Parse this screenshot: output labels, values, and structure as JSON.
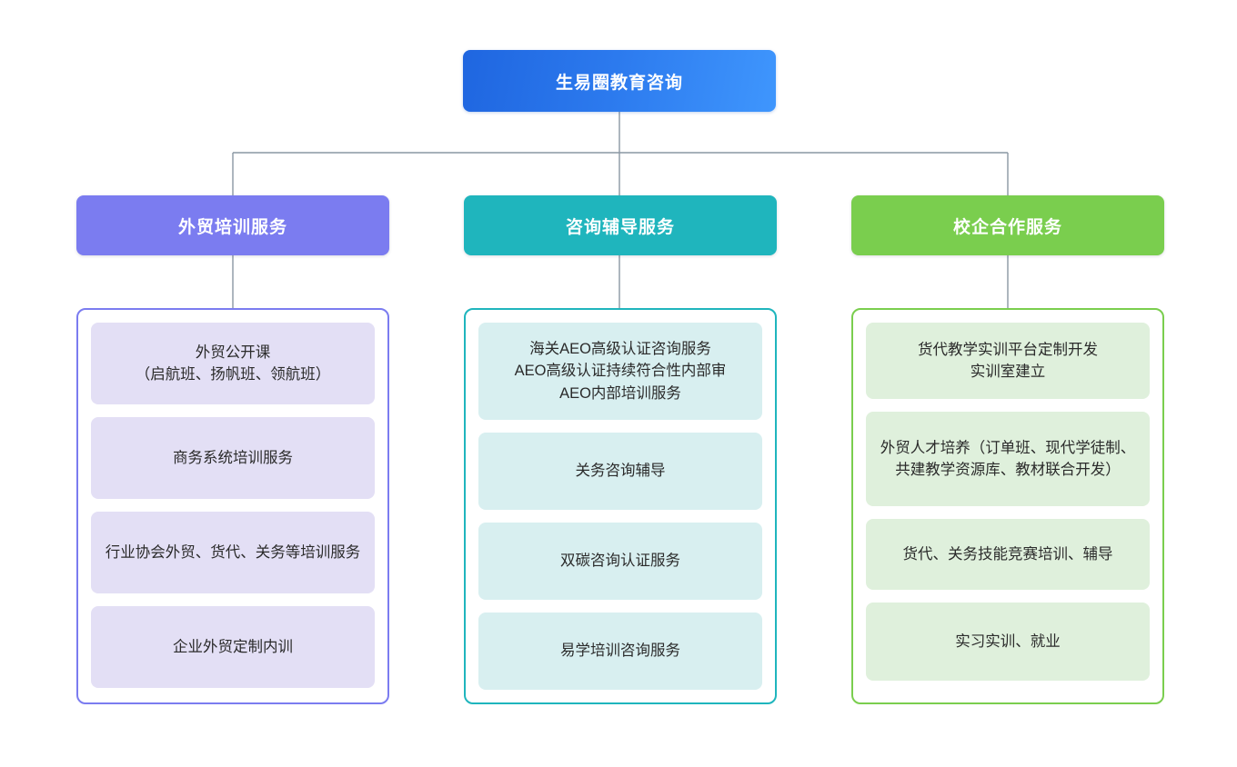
{
  "diagram": {
    "type": "organization-tree",
    "background_color": "#ffffff",
    "root": {
      "label": "生易圈教育咨询",
      "gradient_from": "#1f66e0",
      "gradient_to": "#3f96fd",
      "text_color": "#ffffff"
    },
    "connector_color": "#8a97a3",
    "branches": [
      {
        "id": "foreign-trade-training",
        "label": "外贸培训服务",
        "header_color": "#7b7cf0",
        "box_border_color": "#7b7cf0",
        "card_color": "#e3dff5",
        "items": [
          {
            "label": "外贸公开课\n（启航班、扬帆班、领航班）"
          },
          {
            "label": "商务系统培训服务"
          },
          {
            "label": "行业协会外贸、货代、关务等培训服务"
          },
          {
            "label": "企业外贸定制内训"
          }
        ]
      },
      {
        "id": "consulting-tutoring",
        "label": "咨询辅导服务",
        "header_color": "#1fb5bd",
        "box_border_color": "#1fb5bd",
        "card_color": "#d8eff0",
        "items": [
          {
            "label": "海关AEO高级认证咨询服务\nAEO高级认证持续符合性内部审\nAEO内部培训服务"
          },
          {
            "label": "关务咨询辅导"
          },
          {
            "label": "双碳咨询认证服务"
          },
          {
            "label": "易学培训咨询服务"
          }
        ]
      },
      {
        "id": "school-enterprise-cooperation",
        "label": "校企合作服务",
        "header_color": "#7ace4e",
        "box_border_color": "#7ace4e",
        "card_color": "#dff0dc",
        "items": [
          {
            "label": "货代教学实训平台定制开发\n实训室建立"
          },
          {
            "label": "外贸人才培养（订单班、现代学徒制、共建教学资源库、教材联合开发）"
          },
          {
            "label": "货代、关务技能竞赛培训、辅导"
          },
          {
            "label": "实习实训、就业"
          }
        ]
      }
    ]
  }
}
